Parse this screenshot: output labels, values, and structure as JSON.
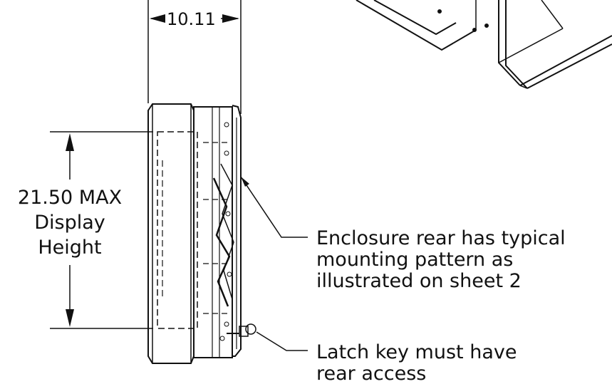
{
  "dimensions": {
    "width": "10.11",
    "height_line1": "21.50 MAX",
    "height_line2": "Display",
    "height_line3": "Height"
  },
  "callouts": {
    "enclosure_line1": "Enclosure rear has typical",
    "enclosure_line2": "mounting pattern as",
    "enclosure_line3": "illustrated on sheet 2",
    "latch_line1": "Latch key must have",
    "latch_line2": "rear access"
  }
}
